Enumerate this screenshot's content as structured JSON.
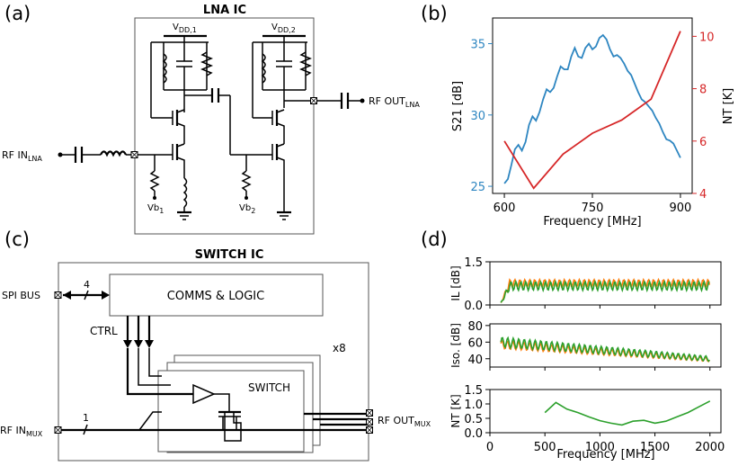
{
  "panel_labels": {
    "a": "(a)",
    "b": "(b)",
    "c": "(c)",
    "d": "(d)"
  },
  "lna": {
    "title": "LNA IC",
    "vdd1_main": "V",
    "vdd1_sub": "DD,1",
    "vdd2_main": "V",
    "vdd2_sub": "DD,2",
    "vb1_main": "Vb",
    "vb1_sub": "1",
    "vb2_main": "Vb",
    "vb2_sub": "2",
    "rf_in_main": "RF IN",
    "rf_in_sub": "LNA",
    "rf_out_main": "RF OUT",
    "rf_out_sub": "LNA"
  },
  "sw": {
    "title": "SWITCH IC",
    "comms": "COMMS & LOGIC",
    "switch": "SWITCH",
    "ctrl": "CTRL",
    "spi": "SPI BUS",
    "bus_width": "4",
    "in_width": "1",
    "multiplier": "x8",
    "rf_in_main": "RF IN",
    "rf_in_sub": "MUX",
    "rf_out_main": "RF OUT",
    "rf_out_sub": "MUX"
  },
  "colors": {
    "blue": "#2e86c1",
    "red": "#d62728",
    "orange": "#ff7f0e",
    "green": "#2ca02c"
  },
  "chart_data": [
    {
      "id": "b",
      "type": "line",
      "xlabel": "Frequency [MHz]",
      "ylabel_left": "S21 [dB]",
      "ylabel_right": "NT [K]",
      "xlim": [
        580,
        920
      ],
      "ylim_left": [
        24.5,
        36.8
      ],
      "ylim_right": [
        4,
        10.7
      ],
      "xticks": [
        600,
        750,
        900
      ],
      "yticks_left": [
        25,
        30,
        35
      ],
      "yticks_right": [
        4,
        6,
        8,
        10
      ],
      "series": [
        {
          "axis": "left",
          "color": "#2e86c1",
          "x": [
            600,
            606,
            612,
            618,
            624,
            630,
            636,
            642,
            648,
            654,
            660,
            666,
            672,
            678,
            684,
            690,
            696,
            702,
            708,
            714,
            720,
            726,
            732,
            738,
            744,
            750,
            756,
            762,
            768,
            774,
            780,
            786,
            792,
            798,
            804,
            810,
            816,
            822,
            828,
            834,
            840,
            846,
            852,
            858,
            864,
            870,
            876,
            882,
            888,
            894,
            900
          ],
          "y": [
            25.2,
            25.5,
            26.5,
            27.6,
            27.9,
            27.5,
            28.1,
            29.3,
            29.9,
            29.6,
            30.2,
            31.1,
            31.8,
            31.6,
            31.9,
            32.7,
            33.4,
            33.2,
            33.2,
            34.1,
            34.7,
            34.1,
            34.0,
            34.7,
            35.0,
            34.6,
            34.8,
            35.4,
            35.6,
            35.3,
            34.6,
            34.1,
            34.2,
            34.0,
            33.6,
            33.1,
            32.8,
            32.2,
            31.6,
            31.1,
            30.9,
            30.6,
            30.3,
            29.8,
            29.4,
            28.8,
            28.3,
            28.2,
            28.0,
            27.5,
            27.0
          ]
        },
        {
          "axis": "right",
          "color": "#d62728",
          "x": [
            600,
            650,
            700,
            750,
            800,
            850,
            900
          ],
          "y": [
            6.0,
            4.2,
            5.5,
            6.3,
            6.8,
            7.6,
            10.2
          ]
        }
      ]
    },
    {
      "id": "d1",
      "type": "line",
      "ylabel": "IL [dB]",
      "xlim": [
        0,
        2100
      ],
      "ylim": [
        0,
        1.5
      ],
      "yticks": [
        0.0,
        1.5
      ],
      "series": [
        {
          "color": "#ff7f0e",
          "base": 0.75,
          "amp": 0.13,
          "period": 45,
          "x0": 100,
          "x1": 2000,
          "phase": 1.3
        },
        {
          "color": "#2ca02c",
          "base": 0.66,
          "amp": 0.15,
          "period": 45,
          "x0": 100,
          "x1": 2000,
          "phase": 0.0
        }
      ]
    },
    {
      "id": "d2",
      "type": "line",
      "ylabel": "Iso. [dB]",
      "xlim": [
        0,
        2100
      ],
      "ylim": [
        30,
        82
      ],
      "yticks": [
        40,
        60,
        80
      ],
      "series": [
        {
          "color": "#ff7f0e",
          "start": 57,
          "end": 39,
          "amp": 5,
          "period": 50,
          "x0": 100,
          "x1": 2000,
          "phase": 0.3
        },
        {
          "color": "#2ca02c",
          "start": 60,
          "end": 40,
          "amp": 6,
          "period": 50,
          "x0": 100,
          "x1": 2000,
          "phase": 0.0
        }
      ]
    },
    {
      "id": "d3",
      "type": "line",
      "ylabel": "NT [K]",
      "xlabel": "Frequency [MHz]",
      "xlim": [
        0,
        2100
      ],
      "ylim": [
        0,
        1.5
      ],
      "yticks": [
        0.0,
        0.5,
        1.0,
        1.5
      ],
      "xticks": [
        0,
        500,
        1000,
        1500,
        2000
      ],
      "series": [
        {
          "color": "#2ca02c",
          "x": [
            500,
            600,
            700,
            800,
            900,
            1000,
            1100,
            1200,
            1300,
            1400,
            1500,
            1600,
            1700,
            1800,
            1900,
            2000
          ],
          "y": [
            0.7,
            1.05,
            0.82,
            0.7,
            0.55,
            0.42,
            0.33,
            0.27,
            0.4,
            0.43,
            0.33,
            0.4,
            0.55,
            0.7,
            0.9,
            1.1
          ]
        }
      ]
    }
  ]
}
